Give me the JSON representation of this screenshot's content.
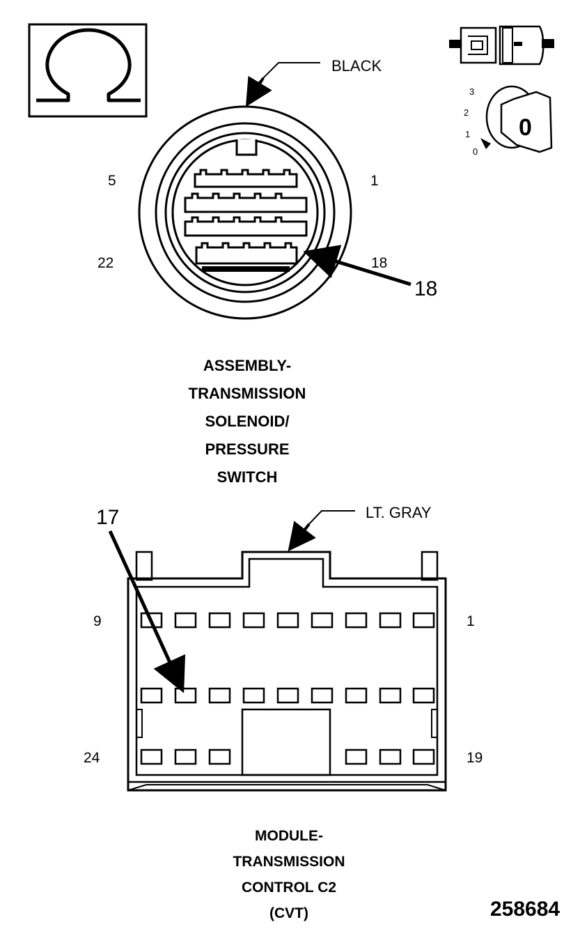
{
  "icons": {
    "ohm": "ohm-icon",
    "connector": "connector-icon",
    "ignition_key": "ignition-key-icon",
    "ignition_positions": [
      "3",
      "2",
      "1",
      "0"
    ],
    "key_label": "0"
  },
  "connector1": {
    "color": "BLACK",
    "pin_labels": {
      "top_left": "5",
      "top_right": "1",
      "bottom_left": "22",
      "bottom_right": "18"
    },
    "callout": "18",
    "title_lines": [
      "ASSEMBLY-",
      "TRANSMISSION",
      "SOLENOID/",
      "PRESSURE",
      "SWITCH"
    ]
  },
  "connector2": {
    "color": "LT. GRAY",
    "pin_labels": {
      "top_left": "9",
      "top_right": "1",
      "bottom_left": "24",
      "bottom_right": "19"
    },
    "callout": "17",
    "title_lines": [
      "MODULE-",
      "TRANSMISSION",
      "CONTROL C2",
      "(CVT)"
    ]
  },
  "figure_number": "258684"
}
